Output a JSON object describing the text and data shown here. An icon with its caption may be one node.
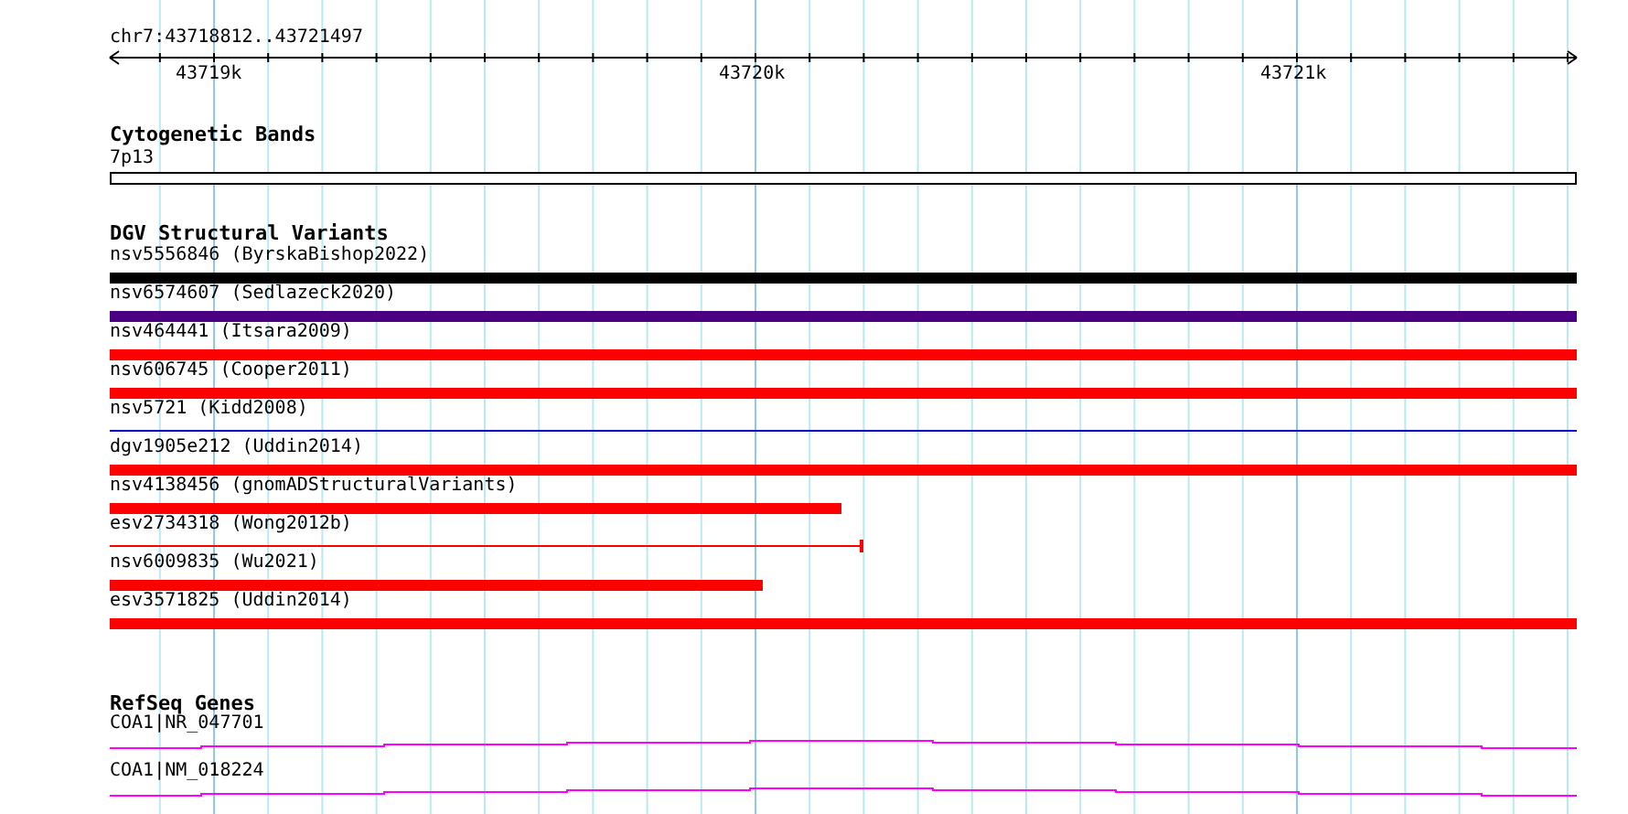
{
  "diagram": {
    "nodes": [
      {
        "text": [
          "Cytogenetic Bands"
        ]
      },
      {
        "text": [
          "7p13"
        ],
        "in": 0
      },
      {
        "text": [
          "DGV Structural Variants"
        ]
      },
      {
        "text": [
          "nsv5556846 (ByrskaBishop2022)"
        ],
        "in": 2
      },
      {
        "text": [
          "nsv6574607 (Sedlazeck2020)"
        ],
        "in": 2
      },
      {
        "text": [
          "nsv464441 (Itsara2009)"
        ],
        "in": 2
      },
      {
        "text": [
          "nsv606745 (Cooper2011)"
        ],
        "in": 2
      },
      {
        "text": [
          "nsv5721 (Kidd2008)"
        ],
        "in": 2
      },
      {
        "text": [
          "dgv1905e212 (Uddin2014)"
        ],
        "in": 2
      },
      {
        "text": [
          "nsv4138456 (gnomADStructuralVariants)"
        ],
        "in": 2
      },
      {
        "text": [
          "esv2734318 (Wong2012b)"
        ],
        "in": 2
      },
      {
        "text": [
          "nsv6009835 (Wu2021)"
        ],
        "in": 2
      },
      {
        "text": [
          "esv3571825 (Uddin2014)"
        ],
        "in": 2
      },
      {
        "text": [
          "RefSeq Genes"
        ]
      },
      {
        "text": [
          "COA1|NR_047701"
        ],
        "in": 13
      },
      {
        "text": [
          "COA1|NM_018224"
        ],
        "in": 13
      }
    ],
    "edges": [],
    "labels": [
      "chr7:43718812..43721497",
      "43719k",
      "43720k",
      "43721k"
    ]
  }
}
